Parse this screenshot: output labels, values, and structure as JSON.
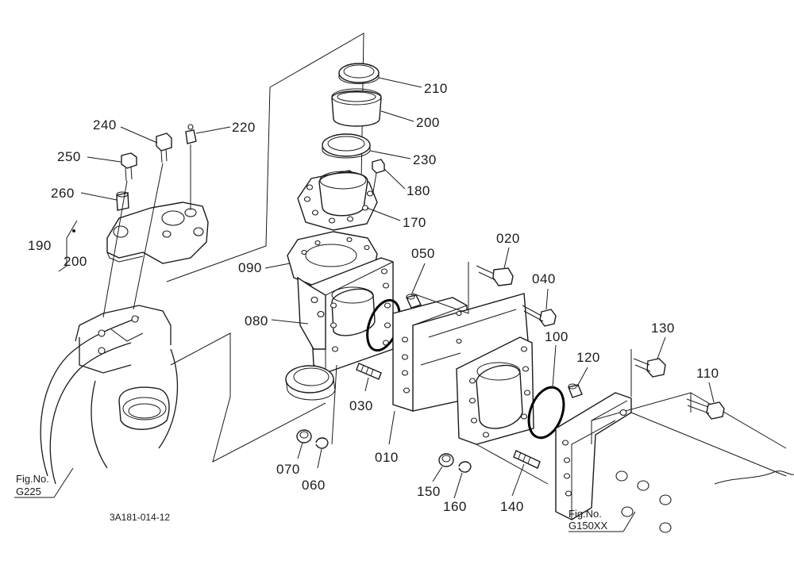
{
  "diagram": {
    "drawing_number": "3A181-014-12",
    "part_labels": [
      "210",
      "200",
      "230",
      "180",
      "170",
      "220",
      "240",
      "250",
      "260",
      "190",
      "200",
      "090",
      "050",
      "020",
      "040",
      "080",
      "100",
      "120",
      "130",
      "110",
      "030",
      "010",
      "070",
      "060",
      "150",
      "160",
      "140"
    ],
    "references": [
      {
        "line1": "Fig.No.",
        "line2": "G225"
      },
      {
        "line1": "Fig.No.",
        "line2": "G150XX"
      }
    ]
  }
}
